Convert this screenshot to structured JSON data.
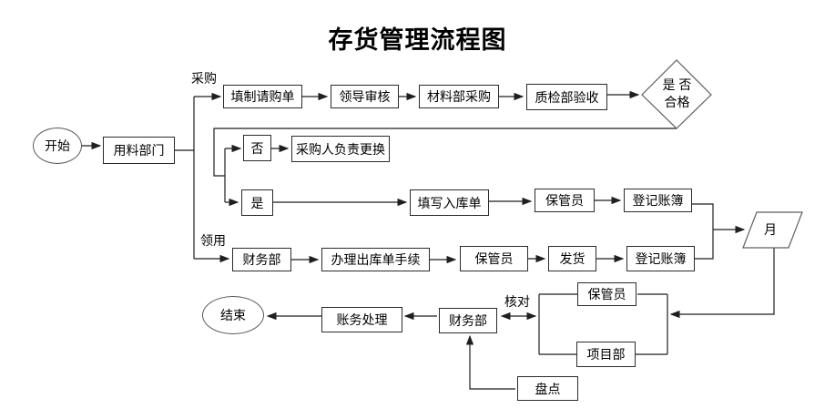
{
  "title": "存货管理流程图",
  "flowchart": {
    "nodes": {
      "start": "开始",
      "material_dept": "用料部门",
      "fill_requisition": "填制请购单",
      "leader_review": "领导审核",
      "material_purchase": "材料部采购",
      "quality_inspection": "质检部验收",
      "decision_line1": "是 否",
      "decision_line2": "合格",
      "no": "否",
      "purchaser_replace": "采购人负责更换",
      "yes": "是",
      "fill_inbound": "填写入库单",
      "keeper_inbound": "保管员",
      "register_inbound": "登记账簿",
      "finance_outbound": "财务部",
      "outbound_procedure": "办理出库单手续",
      "keeper_outbound": "保管员",
      "ship": "发货",
      "register_outbound": "登记账簿",
      "month": "月",
      "end": "结束",
      "account_processing": "账务处理",
      "finance_check": "财务部",
      "keeper_check": "保管员",
      "project_dept": "项目部",
      "stocktake": "盘点"
    },
    "edge_labels": {
      "purchase": "采购",
      "requisition": "领用",
      "verify": "核对"
    }
  }
}
